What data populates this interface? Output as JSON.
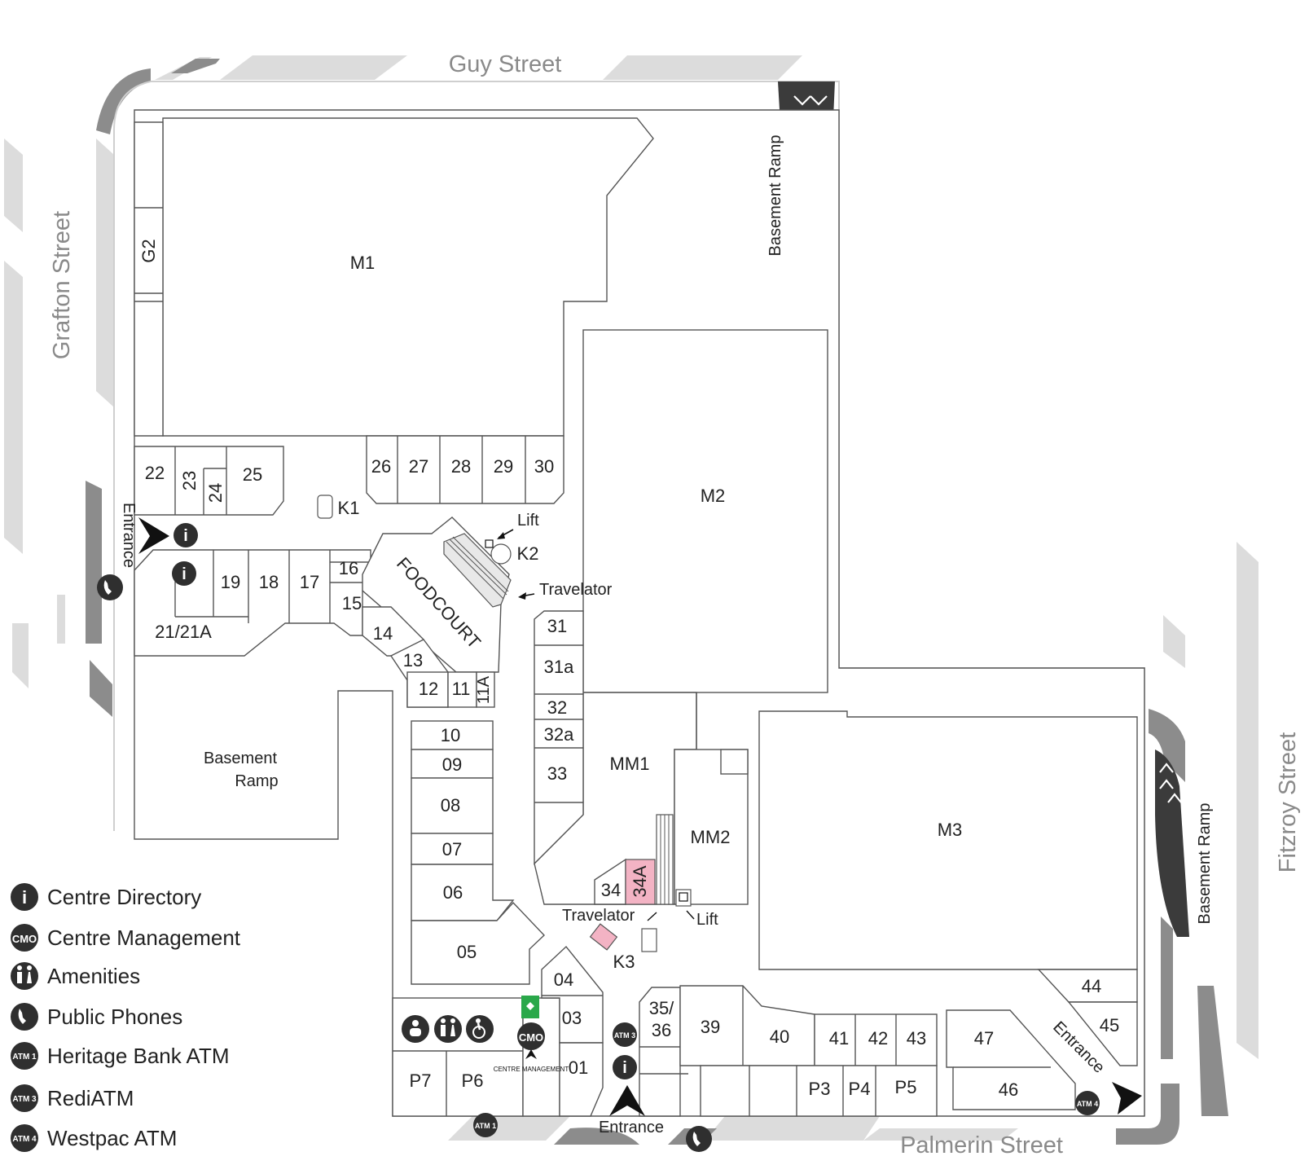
{
  "streets": {
    "north": "Guy Street",
    "west": "Grafton Street",
    "east": "Fitzroy Street",
    "south": "Palmerin Street"
  },
  "anchors": {
    "m1": "M1",
    "m2": "M2",
    "m3": "M3",
    "mm1": "MM1",
    "mm2": "MM2"
  },
  "shops": {
    "s01": "01",
    "s03": "03",
    "s04": "04",
    "s05": "05",
    "s06": "06",
    "s07": "07",
    "s08": "08",
    "s09": "09",
    "s10": "10",
    "s11": "11",
    "s11a": "11A",
    "s12": "12",
    "s13": "13",
    "s14": "14",
    "s15": "15",
    "s16": "16",
    "s17": "17",
    "s18": "18",
    "s19": "19",
    "s21": "21/21A",
    "s22": "22",
    "s23": "23",
    "s24": "24",
    "s25": "25",
    "s26": "26",
    "s27": "27",
    "s28": "28",
    "s29": "29",
    "s30": "30",
    "s31": "31",
    "s31a": "31a",
    "s32": "32",
    "s32a": "32a",
    "s33": "33",
    "s34": "34",
    "s34a": "34A",
    "s3536": "35/\n36",
    "s39": "39",
    "s40": "40",
    "s41": "41",
    "s42": "42",
    "s43": "43",
    "s44": "44",
    "s45": "45",
    "s46": "46",
    "s47": "47",
    "g2": "G2",
    "p3": "P3",
    "p4": "P4",
    "p5": "P5",
    "p6": "P6",
    "p7": "P7"
  },
  "kiosks": {
    "k1": "K1",
    "k2": "K2",
    "k3": "K3"
  },
  "features": {
    "foodcourt": "FOODCOURT",
    "lift": "Lift",
    "travelator": "Travelator",
    "entrance": "Entrance",
    "basement_ramp": "Basement Ramp",
    "basement": "Basement",
    "ramp": "Ramp",
    "centre_management_small": "CENTRE MANAGEMENT"
  },
  "badges": {
    "info": "i",
    "cmo": "CMO",
    "atm1": "ATM 1",
    "atm3": "ATM 3",
    "atm4": "ATM 4"
  },
  "legend": [
    {
      "icon": "i",
      "label": "Centre Directory"
    },
    {
      "icon": "CMO",
      "label": "Centre Management"
    },
    {
      "icon": "amenities",
      "label": "Amenities"
    },
    {
      "icon": "phone",
      "label": "Public Phones"
    },
    {
      "icon": "ATM 1",
      "label": "Heritage Bank ATM"
    },
    {
      "icon": "ATM 3",
      "label": "RediATM"
    },
    {
      "icon": "ATM 4",
      "label": "Westpac ATM"
    }
  ],
  "colors": {
    "ramp": "#3b3b3b",
    "road": "#dcdcdc",
    "highlight": "#f3b3c4",
    "defib": "#2aa84a"
  }
}
